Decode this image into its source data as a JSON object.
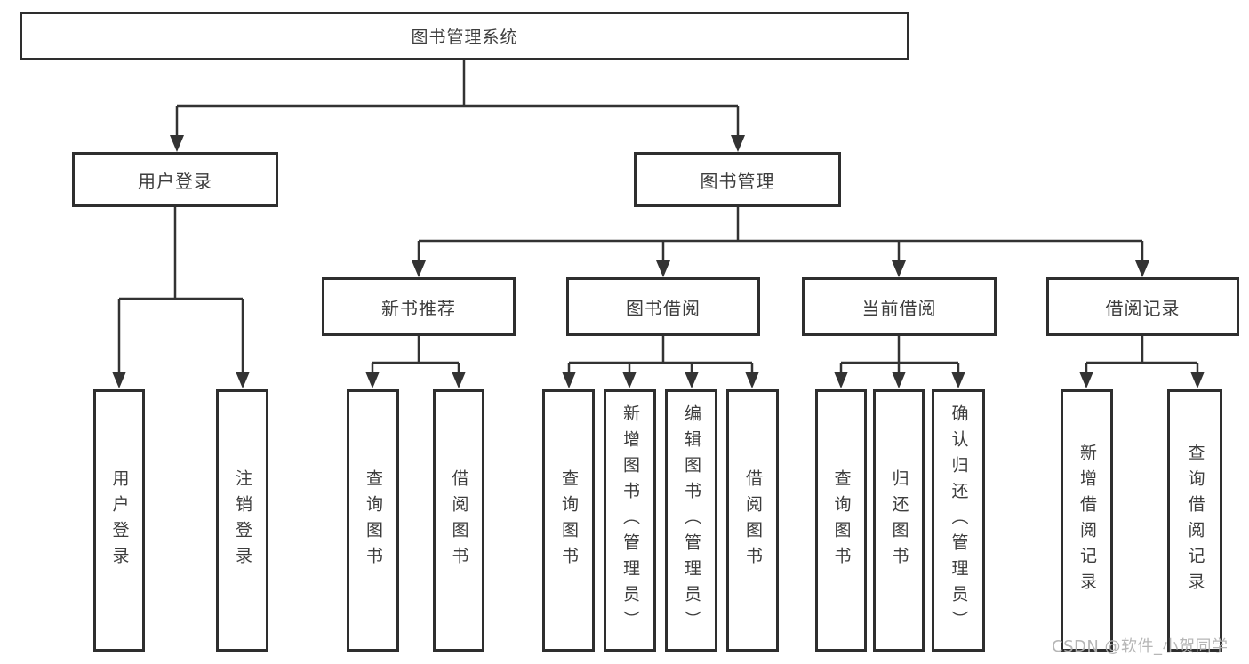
{
  "diagram": {
    "root": {
      "label": "图书管理系统"
    },
    "level2": {
      "user_login_branch": {
        "label": "用户登录"
      },
      "book_management_branch": {
        "label": "图书管理"
      }
    },
    "level3": {
      "new_book_recommend": {
        "label": "新书推荐"
      },
      "book_borrowing": {
        "label": "图书借阅"
      },
      "current_borrowing": {
        "label": "当前借阅"
      },
      "borrowing_records": {
        "label": "借阅记录"
      }
    },
    "leaves": {
      "user_login": {
        "label": "用户登录"
      },
      "logout": {
        "label": "注销登录"
      },
      "recommend_query_books": {
        "label": "查询图书"
      },
      "recommend_borrow_books": {
        "label": "借阅图书"
      },
      "borrowing_query_books": {
        "label": "查询图书"
      },
      "add_books_admin": {
        "label": "新增图书（管理员）"
      },
      "edit_books_admin": {
        "label": "编辑图书（管理员）"
      },
      "borrowing_borrow_books": {
        "label": "借阅图书"
      },
      "current_query_books": {
        "label": "查询图书"
      },
      "return_books": {
        "label": "归还图书"
      },
      "confirm_return_admin": {
        "label": "确认归还（管理员）"
      },
      "add_borrow_record": {
        "label": "新增借阅记录"
      },
      "query_borrow_record": {
        "label": "查询借阅记录"
      }
    },
    "watermark": "CSDN @软件_小贺同学",
    "colors": {
      "line": "#333333",
      "border": "#2e2e2e",
      "text": "#3d3d3d",
      "watermark": "#b2b2b2",
      "background": "#ffffff"
    }
  }
}
